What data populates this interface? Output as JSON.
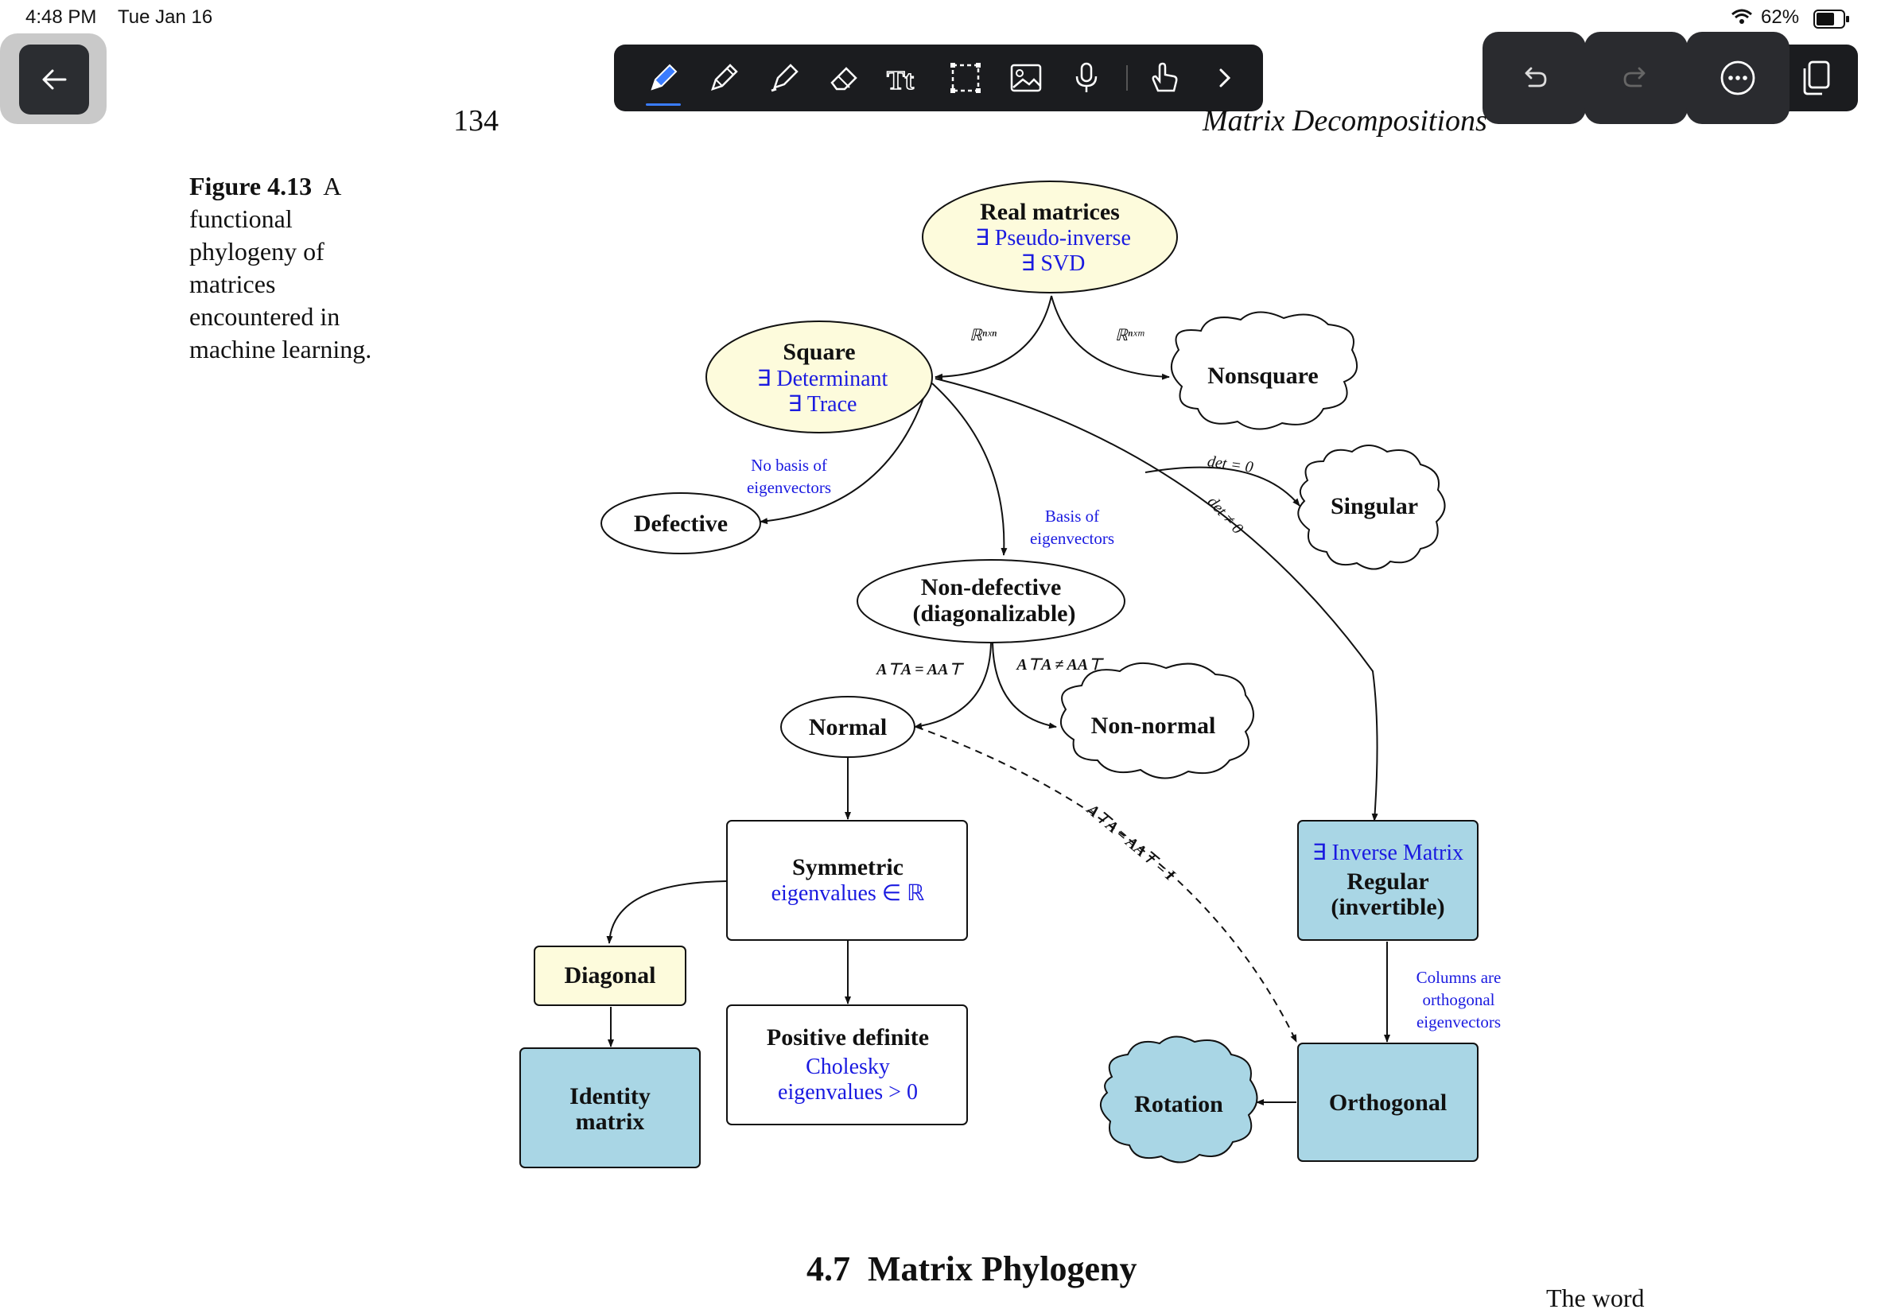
{
  "status_bar": {
    "time": "4:48 PM",
    "date": "Tue Jan 16",
    "battery": "62%"
  },
  "toolbar": {
    "tools": [
      "pen-icon",
      "pencil-icon",
      "highlighter-icon",
      "eraser-icon",
      "text-icon",
      "lasso-select-icon",
      "image-icon",
      "microphone-icon",
      "hand-pointer-icon",
      "chevron-right-icon"
    ],
    "right": [
      "undo-icon",
      "redo-icon",
      "more-icon",
      "pages-icon"
    ],
    "back": "back-arrow-icon",
    "accent": "#3a7cff"
  },
  "page": {
    "number": "134",
    "running_head": "Matrix Decompositions",
    "caption_label": "Figure 4.13",
    "caption_lines": [
      "A",
      "functional",
      "phylogeny of",
      "matrices",
      "encountered in",
      "machine learning."
    ],
    "section_number": "4.7",
    "section_title": "Matrix Phylogeny",
    "bottom_text": "The word"
  },
  "diagram": {
    "real": {
      "title": "Real matrices",
      "l1": "∃ Pseudo-inverse",
      "l2": "∃ SVD"
    },
    "square": {
      "title": "Square",
      "l1": "∃ Determinant",
      "l2": "∃ Trace"
    },
    "nonsquare": "Nonsquare",
    "defective": "Defective",
    "singular": "Singular",
    "nondefective": {
      "l1": "Non-defective",
      "l2": "(diagonalizable)"
    },
    "normal": "Normal",
    "nonnormal": "Non-normal",
    "symmetric": {
      "title": "Symmetric",
      "l1": "eigenvalues ∈ ℝ"
    },
    "diagonal": "Diagonal",
    "identity": {
      "l1": "Identity",
      "l2": "matrix"
    },
    "posdef": {
      "title": "Positive definite",
      "l1": "Cholesky",
      "l2": "eigenvalues > 0"
    },
    "regular": {
      "l1": "∃ Inverse Matrix",
      "l2": "Regular",
      "l3": "(invertible)"
    },
    "orthogonal": "Orthogonal",
    "rotation": "Rotation",
    "edges": {
      "rnn": "ℝⁿˣⁿ",
      "rnm": "ℝⁿˣᵐ",
      "no_basis_1": "No basis of",
      "no_basis_2": "eigenvectors",
      "basis_1": "Basis of",
      "basis_2": "eigenvectors",
      "det0": "det = 0",
      "detne0": "det ≠ 0",
      "normal_eq": "A⊤A = AA⊤",
      "normal_ne": "A⊤A ≠ AA⊤",
      "orth_eq": "A⊤A = AA⊤ = I",
      "cols_1": "Columns are",
      "cols_2": "orthogonal",
      "cols_3": "eigenvectors"
    },
    "colors": {
      "yellow": "#fdfbdc",
      "blue": "#a9d6e5",
      "text_blue": "#1a1ae0"
    }
  }
}
